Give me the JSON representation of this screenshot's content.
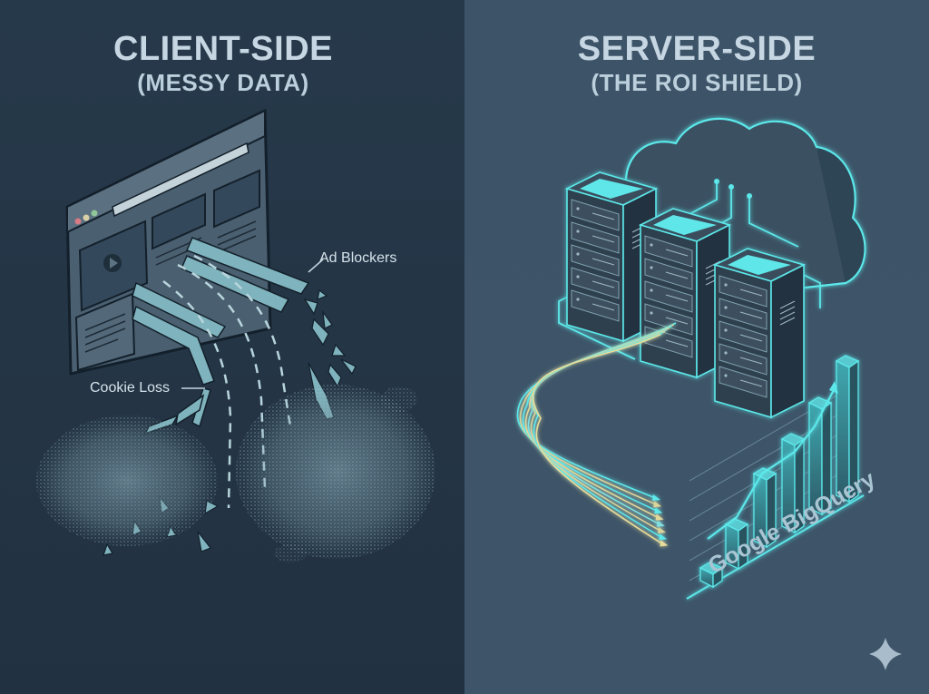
{
  "left_panel": {
    "title": "CLIENT-SIDE",
    "subtitle": "(MESSY DATA)",
    "labels": {
      "ad_blockers": "Ad Blockers",
      "cookie_loss": "Cookie Loss"
    },
    "illustration": "browser-window-with-broken-data-streams",
    "background_color": "#253444"
  },
  "right_panel": {
    "title": "SERVER-SIDE",
    "subtitle": "(THE ROI SHIELD)",
    "illustration": "cloud-servers-with-data-streams-to-chart",
    "chart_label": "Google BigQuery",
    "background_color": "#3e5569",
    "accent_color": "#5ce8ea"
  },
  "watermark": {
    "icon": "sparkle-icon"
  }
}
